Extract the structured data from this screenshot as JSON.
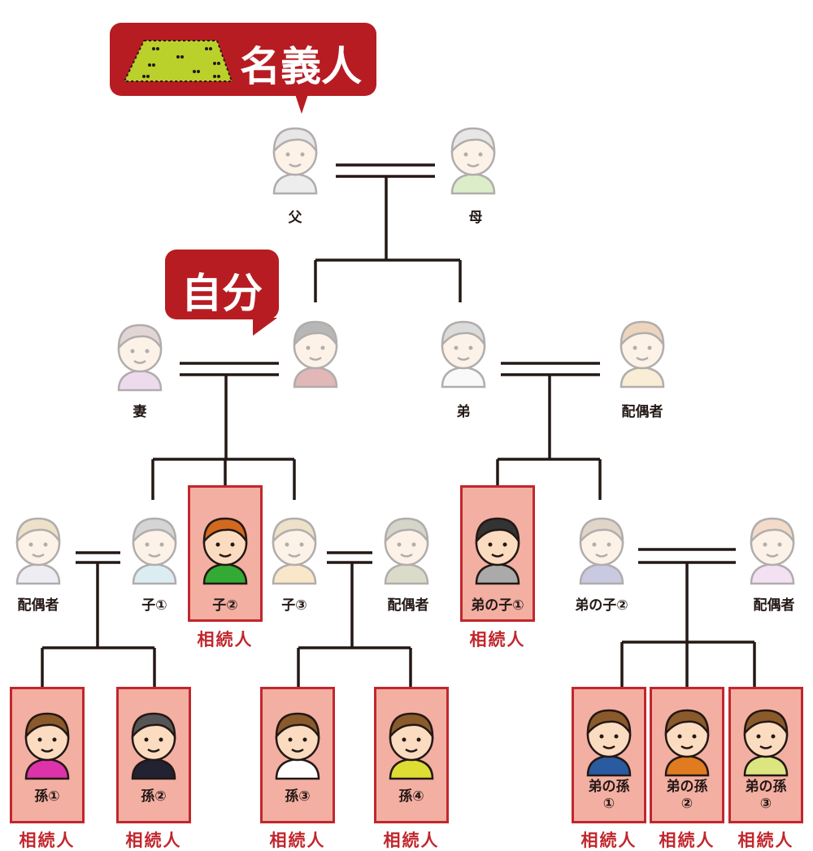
{
  "colors": {
    "red": "#b71c22",
    "box_fill": "#f3afa2",
    "box_border": "#c1272d",
    "line": "#231815",
    "land": "#b9d12a"
  },
  "callouts": {
    "nominee": "名義人",
    "self": "自分"
  },
  "heir_label": "相続人",
  "people": {
    "father": "父",
    "mother": "母",
    "wife": "妻",
    "brother": "弟",
    "brother_spouse": "配偶者",
    "spouse_child1": "配偶者",
    "child1": "子①",
    "child2": "子②",
    "child3": "子③",
    "spouse_child3": "配偶者",
    "nephew1": "弟の子①",
    "nephew2": "弟の子②",
    "spouse_nephew2": "配偶者",
    "grandchild1": "孫①",
    "grandchild2": "孫②",
    "grandchild3": "孫③",
    "grandchild4": "孫④",
    "grandnephew1_a": "弟の孫",
    "grandnephew1_b": "①",
    "grandnephew2_a": "弟の孫",
    "grandnephew2_b": "②",
    "grandnephew3_a": "弟の孫",
    "grandnephew3_b": "③"
  }
}
